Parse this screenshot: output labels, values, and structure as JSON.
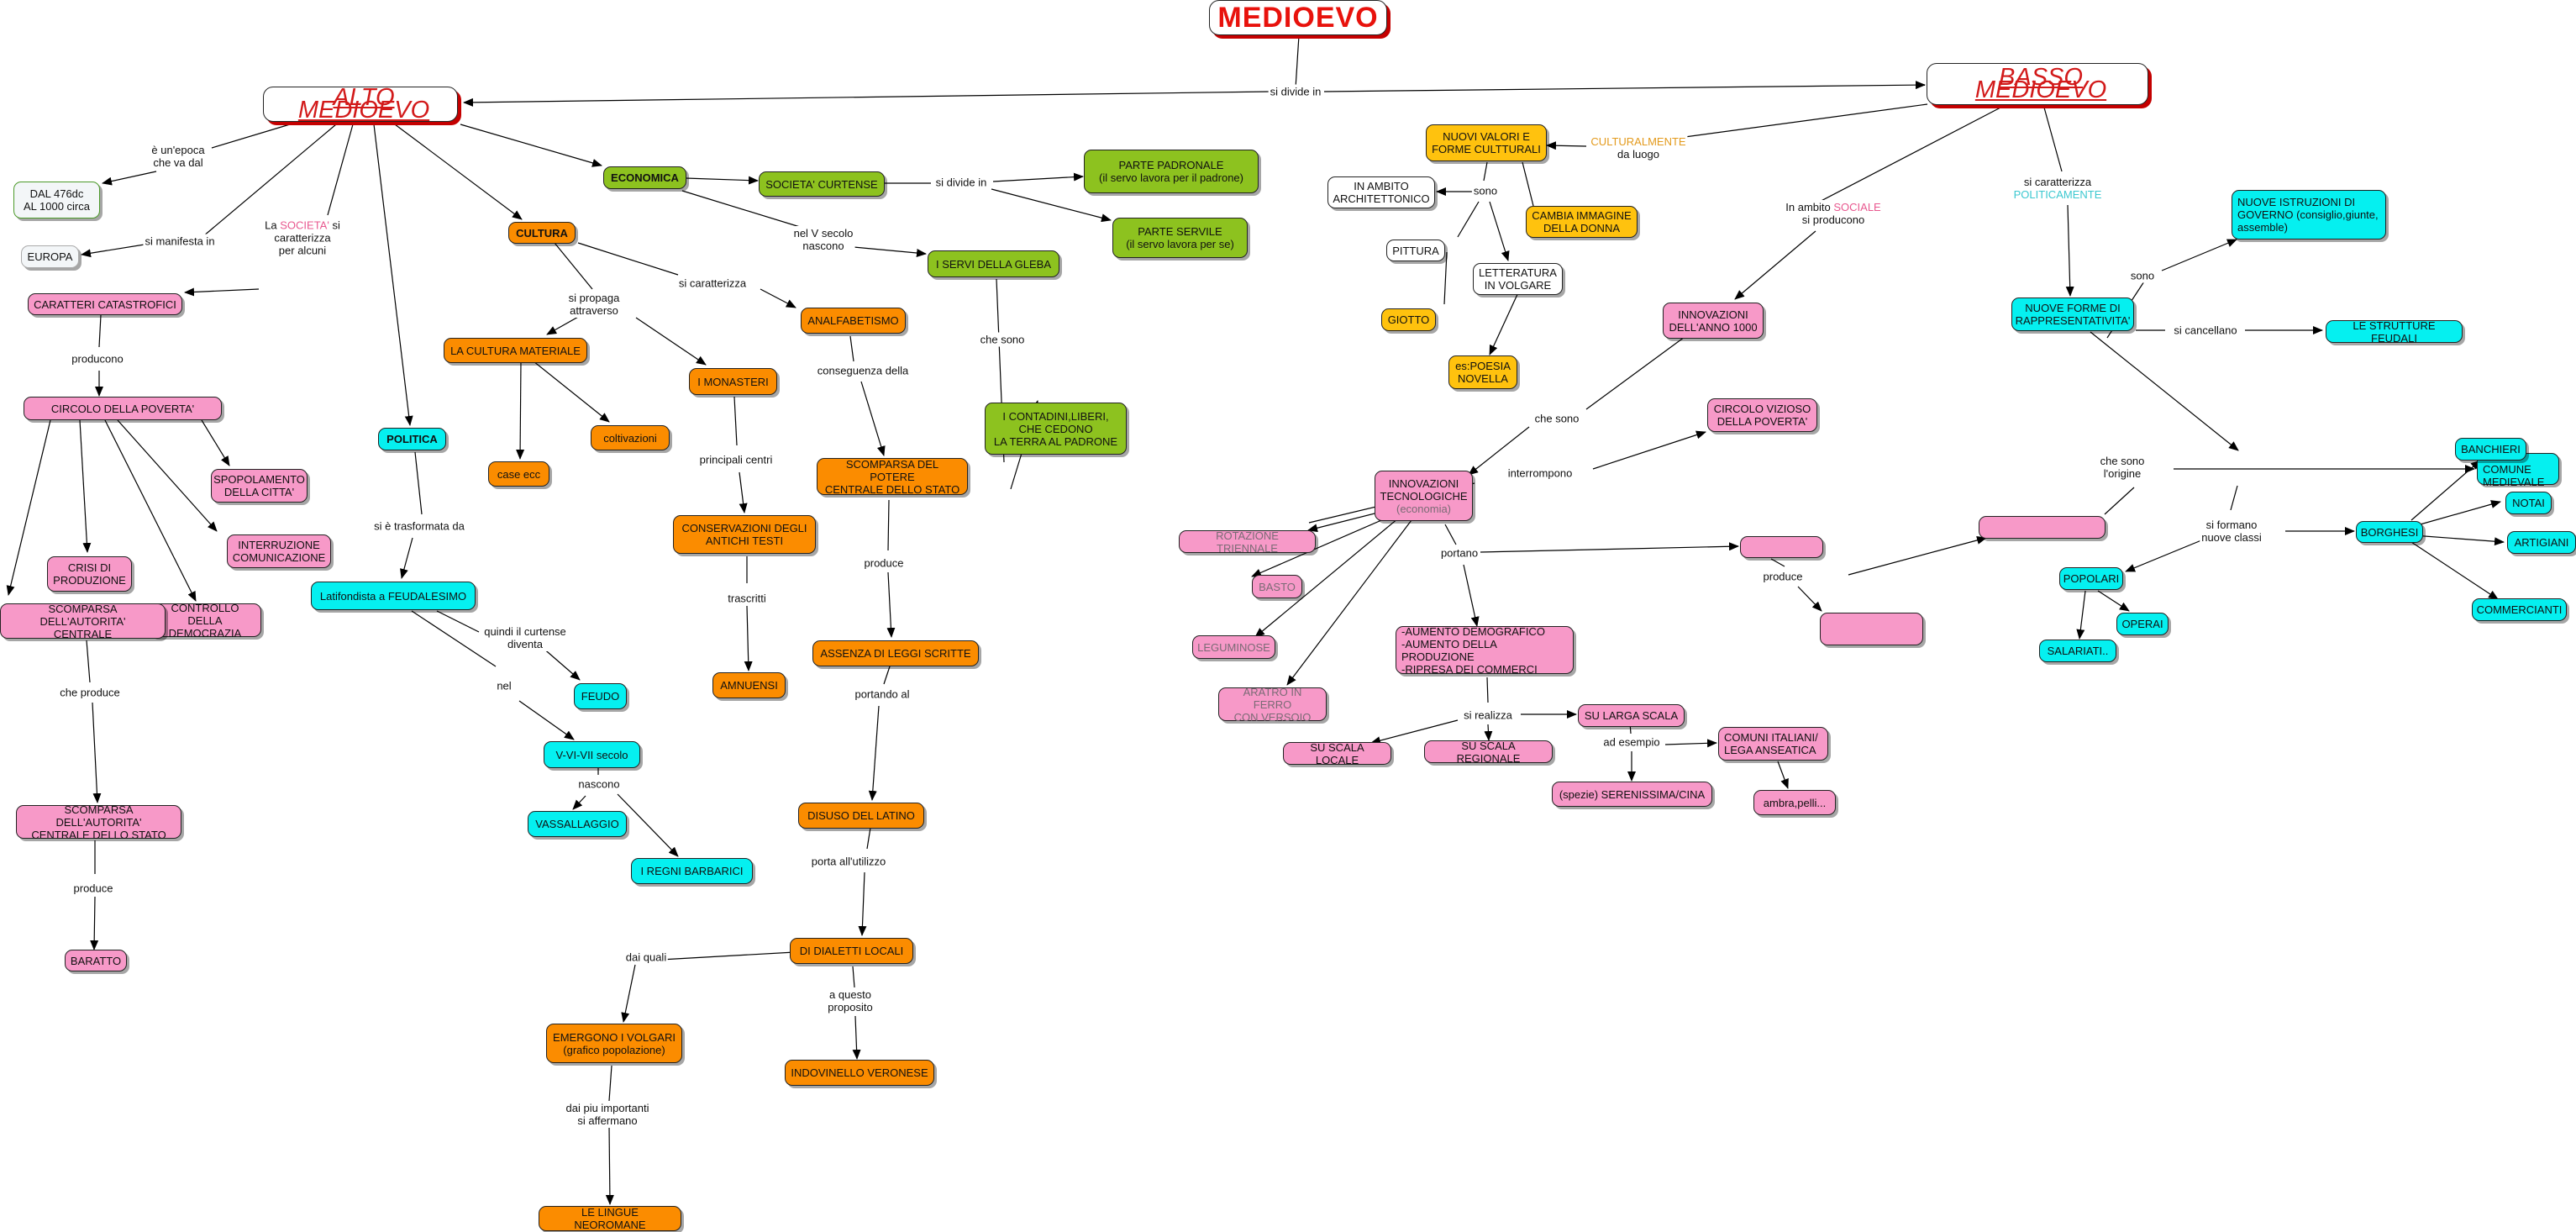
{
  "title": "MEDIOEVO",
  "alto": {
    "heading": "ALTO MEDIOEVO",
    "epoca": "DAL 476dc\nAL 1000 circa",
    "europa": "EUROPA",
    "caratteri": "CARATTERI CATASTROFICI",
    "circolo": "CIRCOLO DELLA POVERTA'",
    "spopolamento": "SPOPOLAMENTO\nDELLA CITTA'",
    "interruzione": "INTERRUZIONE\nCOMUNICAZIONE",
    "crisi": "CRISI DI\nPRODUZIONE",
    "controllo": "CONTROLLO DELLA\nDEMOCRAZIA",
    "scomparsa_autorita": "SCOMPARSA DELL'AUTORITA'\nCENTRALE",
    "scomparsa_stato": "SCOMPARSA DELL'AUTORITA'\nCENTRALE DELLO STATO",
    "baratto": "BARATTO",
    "politica": "POLITICA",
    "latifondista": "Latifondista a FEUDALESIMO",
    "feudo": "FEUDO",
    "secolo": "V-VI-VII secolo",
    "vassallaggio": "VASSALLAGGIO",
    "regni": "I REGNI BARBARICI",
    "cultura": "CULTURA",
    "cultura_materiale": "LA CULTURA MATERIALE",
    "case": "case ecc",
    "coltivazioni": "coltivazioni",
    "monasteri": "I MONASTERI",
    "conservazioni": "CONSERVAZIONI DEGLI\nANTICHI TESTI",
    "amanuensi": "AMNUENSI",
    "analfabetismo": "ANALFABETISMO",
    "scomparsa_potere": "SCOMPARSA DEL POTERE\nCENTRALE DELLO STATO",
    "assenza": "ASSENZA DI LEGGI SCRITTE",
    "disuso": "DISUSO DEL LATINO",
    "dialetti": "DI DIALETTI LOCALI",
    "volgari": "EMERGONO I VOLGARI\n(grafico popolazione)",
    "indovinello": "INDOVINELLO VERONESE",
    "lingue": "LE LINGUE NEOROMANE",
    "economica": "ECONOMICA",
    "curtense": "SOCIETA' CURTENSE",
    "padronale": "PARTE PADRONALE\n(il servo lavora per il padrone)",
    "servile": "PARTE SERVILE\n(il servo lavora per se)",
    "servi": "I SERVI DELLA GLEBA",
    "contadini": "I CONTADINI,LIBERI,\nCHE CEDONO\nLA TERRA AL PADRONE"
  },
  "basso": {
    "heading": "BASSO MEDIOEVO",
    "valori": "NUOVI VALORI E\nFORME CULTTURALI",
    "ambito": "IN AMBITO\nARCHITETTONICO",
    "cambia": "CAMBIA IMMAGINE\nDELLA DONNA",
    "pittura": "PITTURA",
    "giotto": "GIOTTO",
    "letteratura": "LETTERATURA\nIN VOLGARE",
    "poesia": "es:POESIA\nNOVELLA",
    "innovazioni_1000": "INNOVAZIONI\nDELL'ANNO 1000",
    "circolo_vizioso": "CIRCOLO VIZIOSO\nDELLA POVERTA'",
    "innovazioni_tec_1": "INNOVAZIONI\nTECNOLOGICHE",
    "innovazioni_tec_2": "(economia)",
    "rotazione": "ROTAZIONE TRIENNALE",
    "basto": "BASTO",
    "leguminose": "LEGUMINOSE",
    "aratro": "ARATRO IN FERRO\nCON VERSOIO",
    "aumento": "-AUMENTO DEMOGRAFICO\n-AUMENTO DELLA PRODUZIONE\n-RIPRESA DEI COMMERCI",
    "locale": "SU SCALA LOCALE",
    "regionale": "SU SCALA REGIONALE",
    "larga": "SU LARGA SCALA",
    "comuni": "COMUNI ITALIANI/\nLEGA ANSEATICA",
    "spezie": "(spezie) SERENISSIMA/CINA",
    "ambra": "ambra,pelli...",
    "nuove_forme": "NUOVE FORME  DI\nRAPPRESENTATIVITA'",
    "istruzioni": "NUOVE ISTRUZIONI DI\nGOVERNO (consiglio,giunte,\nassemble)",
    "strutture": "LE STRUTTURE FEUDALI",
    "comune": "DEL COMUNE\nMEDIEVALE",
    "borghesi": "BORGHESI",
    "popolari": "POPOLARI",
    "operai": "OPERAI",
    "salariati": "SALARIATI..",
    "banchieri": "BANCHIERI",
    "notai": "NOTAI",
    "artigiani": "ARTIGIANI",
    "commercianti": "COMMERCIANTI"
  },
  "labels": {
    "divide": "si divide in",
    "epoca": "è un'epoca\nche va dal",
    "manifesta": "si manifesta in",
    "societa_a": "La ",
    "societa_b": "SOCIETA'",
    "societa_c": " si\ncaratterizza\nper alcuni",
    "producono": "producono",
    "che_produce": "che produce",
    "produce": "produce",
    "trasformata": "si è trasformata da",
    "quindi": "quindi il curtense\ndiventa",
    "nel": "nel",
    "nascono": "nascono",
    "propaga": "si propaga\nattraverso",
    "caratterizza": "si caratterizza",
    "principali": "principali centri",
    "trascritti": "trascritti",
    "conseguenza": "conseguenza della",
    "produce2": "produce",
    "portando": "portando al",
    "porta": "porta all'utilizzo",
    "dai_quali": "dai quali",
    "proposito": "a questo\nproposito",
    "importanti": "dai piu importanti\nsi affermano",
    "divide2": "si divide in",
    "secolo": "nel V secolo\nnascono",
    "che_sono": "che sono",
    "culturalmente_a": "CULTURALMENTE",
    "culturalmente_b": "da luogo",
    "sono": "sono",
    "sociale_a": "In ambito ",
    "sociale_b": "SOCIALE",
    "sociale_c": "\nsi producono",
    "che_sono2": "che sono",
    "interrompono": "interrompono",
    "portano": "portano",
    "produce3": "produce",
    "realizza": "si realizza",
    "esempio": "ad esempio",
    "politicamente_a": "si caratterizza\n",
    "politicamente_b": "POLITICAMENTE",
    "sono2": "sono",
    "cancellano": "si cancellano",
    "origine": "che sono\nl'origine",
    "classi": "si formano\nnuove classi"
  },
  "colors": {
    "orange": "#fb8c00",
    "green": "#8dc21f",
    "pink": "#f799c8",
    "cyan": "#05f0f0",
    "yellow": "#ffc20e",
    "title_red": "#e8120c"
  }
}
